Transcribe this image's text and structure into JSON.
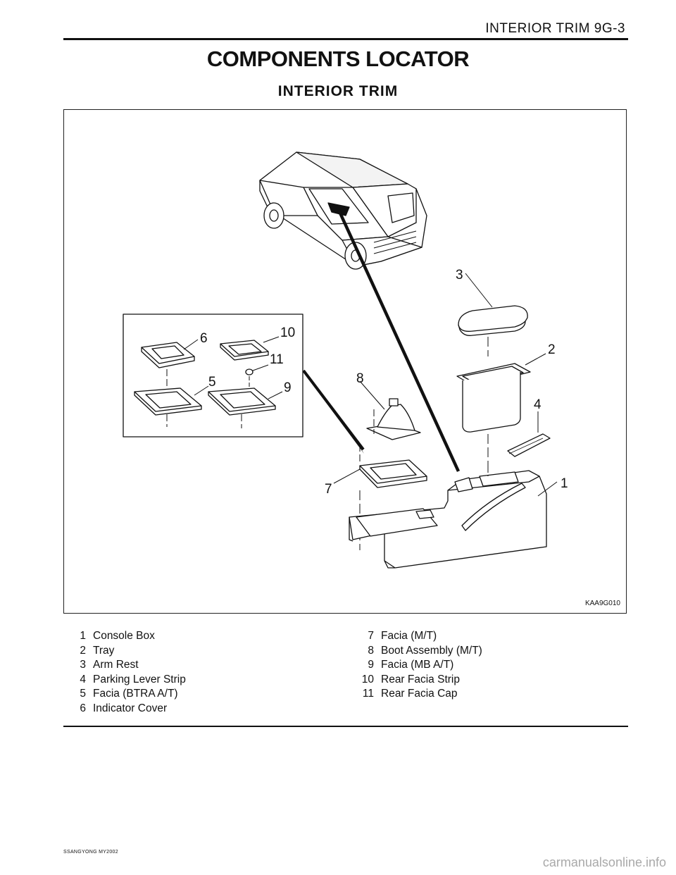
{
  "header": {
    "title": "INTERIOR TRIM  9G-3"
  },
  "main_title": "COMPONENTS LOCATOR",
  "sub_title": "INTERIOR  TRIM",
  "figure": {
    "code": "KAA9G010",
    "callouts": [
      "1",
      "2",
      "3",
      "4",
      "5",
      "6",
      "7",
      "8",
      "9",
      "10",
      "11"
    ]
  },
  "legend": {
    "left": [
      {
        "num": "1",
        "label": "Console Box"
      },
      {
        "num": "2",
        "label": "Tray"
      },
      {
        "num": "3",
        "label": "Arm Rest"
      },
      {
        "num": "4",
        "label": "Parking Lever Strip"
      },
      {
        "num": "5",
        "label": "Facia (BTRA A/T)"
      },
      {
        "num": "6",
        "label": "Indicator Cover"
      }
    ],
    "right": [
      {
        "num": "7",
        "label": "Facia (M/T)"
      },
      {
        "num": "8",
        "label": "Boot Assembly (M/T)"
      },
      {
        "num": "9",
        "label": "Facia (MB A/T)"
      },
      {
        "num": "10",
        "label": "Rear Facia Strip"
      },
      {
        "num": "11",
        "label": "Rear Facia Cap"
      }
    ]
  },
  "footer": {
    "text": "SSANGYONG  MY2002"
  },
  "watermark": "carmanualsonline.info"
}
